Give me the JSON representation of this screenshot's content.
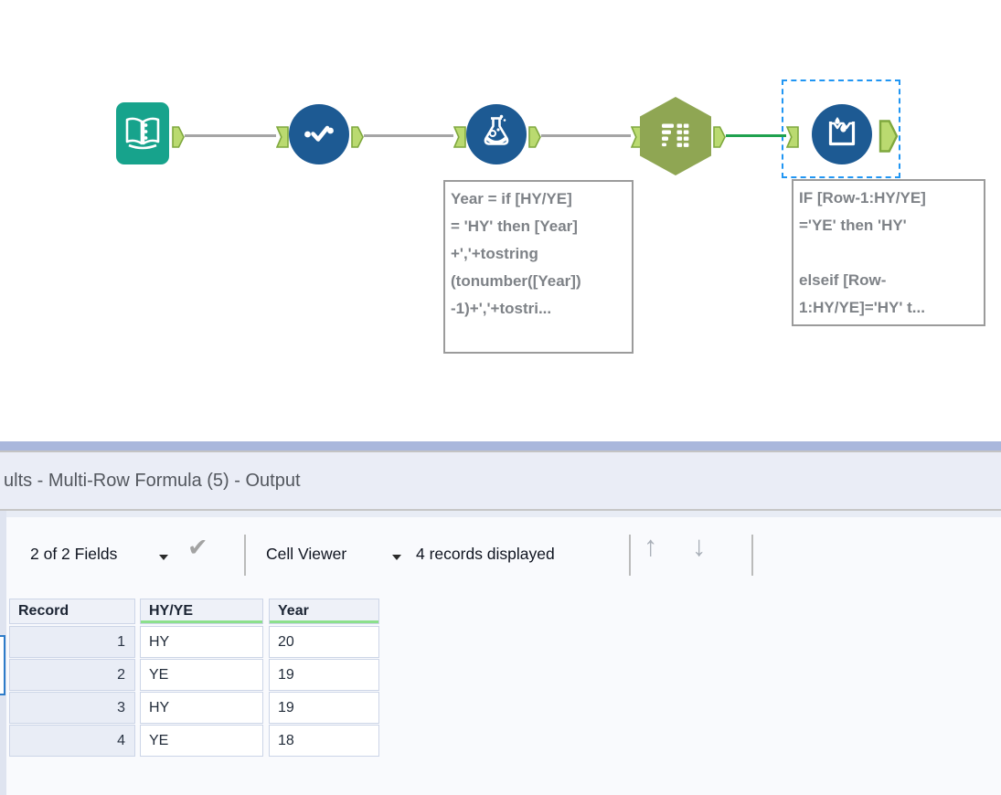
{
  "workflow": {
    "icons": [
      "input-data-book-icon",
      "select-check-icon",
      "formula-flask-icon",
      "transform-list-grid-icon",
      "multi-row-formula-drops-icon"
    ],
    "annotations": {
      "formula": "Year = if [HY/YE]\n= 'HY' then [Year]\n+','+tostring\n(tonumber([Year])\n-1)+','+tostri...",
      "multi_row": "IF [Row-1:HY/YE]\n='YE' then 'HY'\n\nelseif [Row-\n1:HY/YE]='HY' t..."
    }
  },
  "results_panel": {
    "title": "ults - Multi-Row Formula (5) - Output",
    "toolbar": {
      "fields_summary": "2 of 2 Fields",
      "cell_viewer_label": "Cell Viewer",
      "records_displayed": "4 records displayed",
      "check_icon": "✔",
      "up_arrow": "↑",
      "down_arrow": "↓"
    },
    "table": {
      "columns": [
        "Record",
        "HY/YE",
        "Year"
      ],
      "rows": [
        [
          "1",
          "HY",
          "20"
        ],
        [
          "2",
          "YE",
          "19"
        ],
        [
          "3",
          "HY",
          "19"
        ],
        [
          "4",
          "YE",
          "18"
        ]
      ]
    }
  },
  "colors": {
    "tool_blue": "#1d5a93",
    "tool_teal": "#17a38c",
    "hexagon_green": "#8fa653",
    "anchor_green": "#bada70",
    "connection_green": "#1fa14e",
    "selection_blue": "#2196f3",
    "header_underline_green": "#8ce08c"
  }
}
